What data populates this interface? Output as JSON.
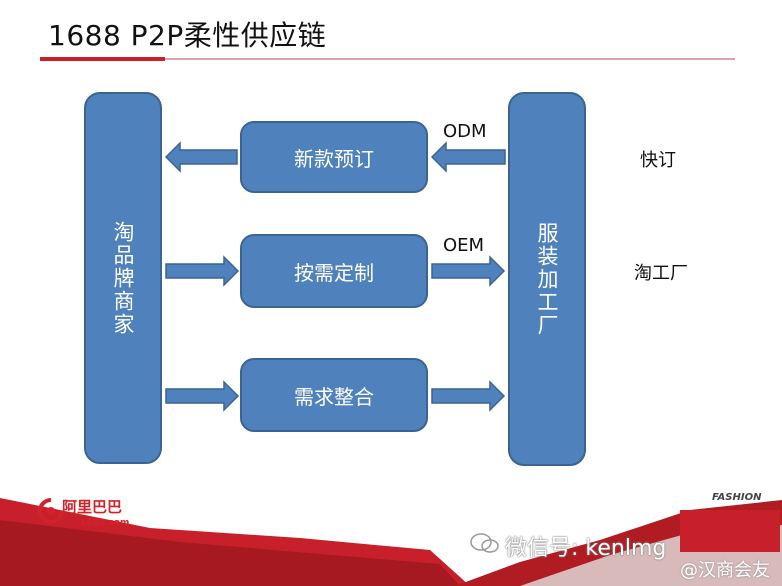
{
  "title": "1688 P2P柔性供应链",
  "left_pillar": "淘品牌商家",
  "right_pillar": "服装加工厂",
  "boxes": [
    "新款预订",
    "按需定制",
    "需求整合"
  ],
  "arrow_labels": {
    "odm": "ODM",
    "oem": "OEM"
  },
  "side_labels": [
    "快订",
    "淘工厂"
  ],
  "footer": {
    "logo_cn": "阿里巴巴",
    "logo_url": "1688.com",
    "watermark_wechat": "微信号: kenlmg",
    "watermark_author": "@汉商会友",
    "fashion": "FASHION"
  },
  "colors": {
    "box_fill": "#4f81bd",
    "box_border": "#3b6492",
    "accent_red": "#c8202a"
  }
}
